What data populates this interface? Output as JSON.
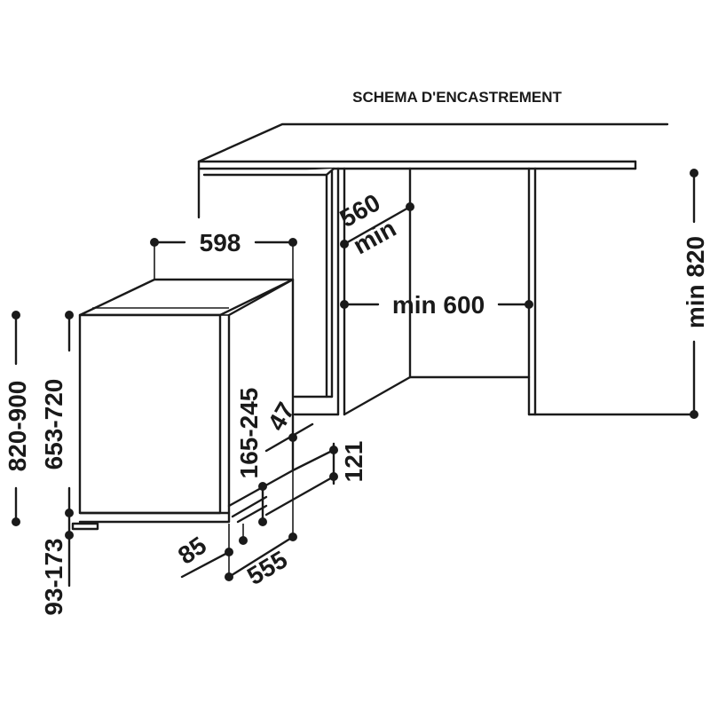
{
  "title": "SCHEMA D'ENCASTREMENT",
  "colors": {
    "ink": "#1a1a1a",
    "background": "#ffffff"
  },
  "dimensions": {
    "d598": "598",
    "d560": "560",
    "min_560": "min",
    "min600": "min 600",
    "min820": "min 820",
    "d820_900": "820-900",
    "d653_720": "653-720",
    "d93_173": "93-173",
    "d165_245": "165-245",
    "d47": "47",
    "d121": "121",
    "d85": "85",
    "d555": "555"
  }
}
